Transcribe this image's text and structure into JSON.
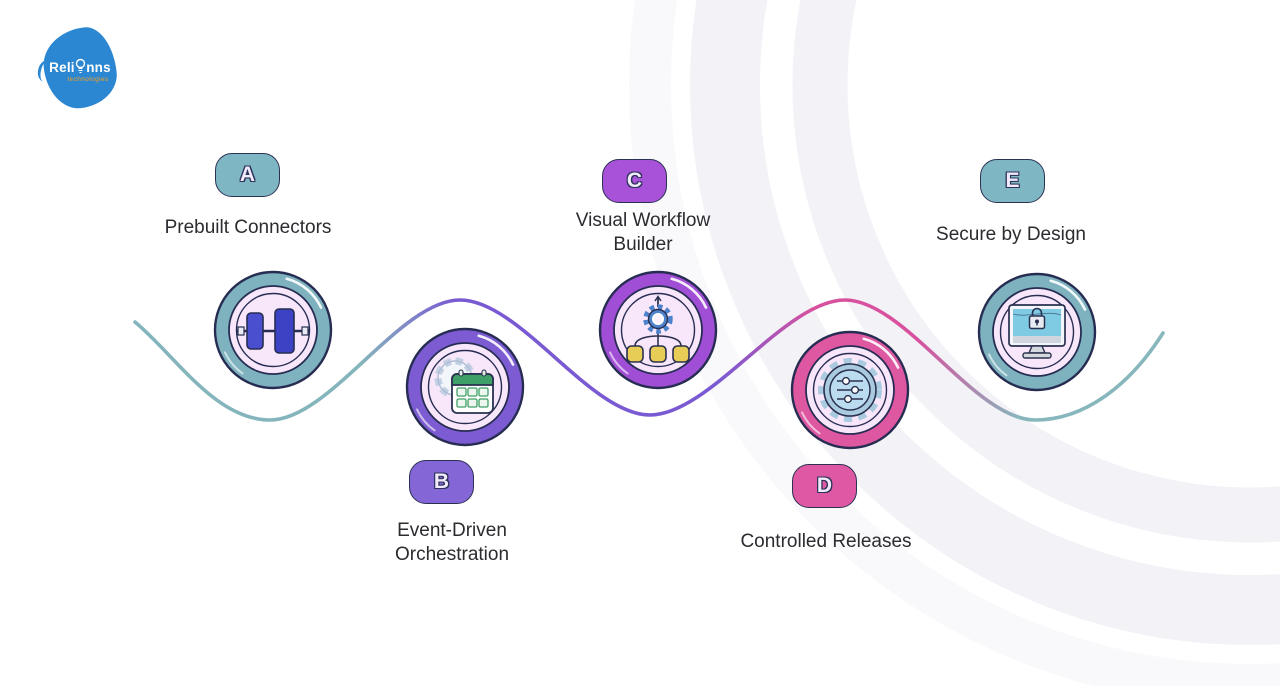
{
  "logo": {
    "brand_left": "Reli",
    "brand_right": "nns",
    "subtitle": "technologies",
    "brand_color": "#2c87d2",
    "subtitle_color": "#f7a01d"
  },
  "steps": [
    {
      "id": "A",
      "label": "Prebuilt Connectors",
      "badge_color": "#7fb6c3",
      "ring_color": "#7eb2bf",
      "icon": "connector-blocks-icon"
    },
    {
      "id": "B",
      "label": "Event-Driven\nOrchestration",
      "badge_color": "#8466d6",
      "ring_color": "#7d5cd3",
      "icon": "gear-calendar-icon"
    },
    {
      "id": "C",
      "label": "Visual Workflow\nBuilder",
      "badge_color": "#a752d8",
      "ring_color": "#a14ed6",
      "icon": "workflow-tree-icon"
    },
    {
      "id": "D",
      "label": "Controlled Releases",
      "badge_color": "#de58a4",
      "ring_color": "#dd57a1",
      "icon": "release-sliders-icon"
    },
    {
      "id": "E",
      "label": "Secure by Design",
      "badge_color": "#7fb6c3",
      "ring_color": "#7eb2bf",
      "icon": "secure-monitor-icon"
    }
  ],
  "colors": {
    "wave_teal": "#85b5bc",
    "wave_purple": "#7a5ad2",
    "wave_pink": "#d8519e",
    "node_inner": "#f8e7fb",
    "outline": "#272d52",
    "decor_ring": "#f2f1f6",
    "background": "#ffffff"
  }
}
